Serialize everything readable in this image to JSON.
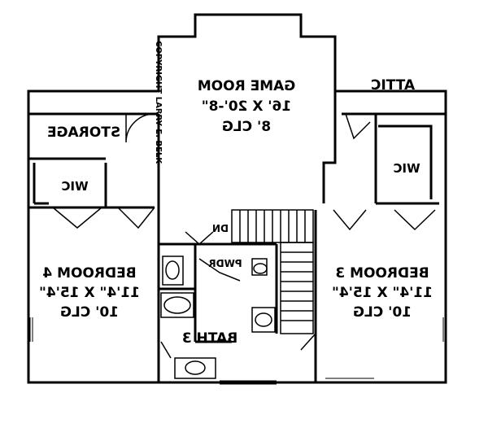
{
  "rooms": {
    "game_room": {
      "name": "GAME ROOM",
      "dims": "16' X 20'-8\"",
      "clg": "8' CLG"
    },
    "bedroom4": {
      "name": "BEDROOM 4",
      "dims": "11'4\" X 15'4\"",
      "clg": "10' CLG"
    },
    "bedroom3": {
      "name": "BEDROOM 3",
      "dims": "11'4\" X 15'4\"",
      "clg": "10' CLG"
    },
    "attic": "ATTIC",
    "storage": "STORAGE",
    "wic_left": "WIC",
    "wic_right": "WIC",
    "bath3": "BATH 3",
    "pwdr": "PWDR",
    "dn": "DN"
  },
  "copyright": "COPYRIGHT LARRY E. BELK"
}
